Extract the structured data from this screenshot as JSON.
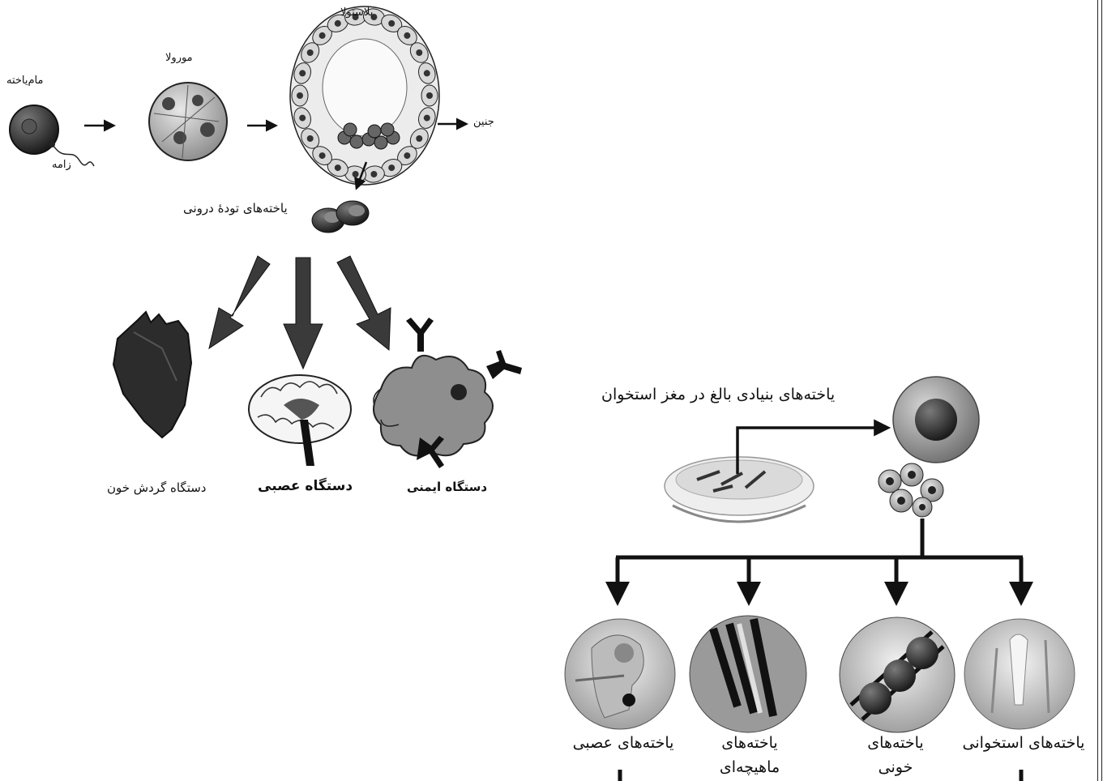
{
  "embryo": {
    "zygote": "مام‌یاخته",
    "sperm_tail": "زامه",
    "morula": "مورولا",
    "blastula": "بلاستولا",
    "embryo_out": "جنین",
    "inner_mass": "یاخته‌های تودهٔ درونی"
  },
  "systems": {
    "circulatory": "دستگاه گردش خون",
    "nervous": "دستگاه عصبی",
    "immune": "دستگاه ایمنی"
  },
  "adult": {
    "title": "یاخته‌های بنیادی بالغ در مغز استخوان",
    "bone": "یاخته‌های استخوانی",
    "blood_1": "یاخته‌های",
    "blood_2": "خونی",
    "muscle_1": "یاخته‌های",
    "muscle_2": "ماهیچه‌ای",
    "nerve": "یاخته‌های عصبی"
  },
  "colors": {
    "ink": "#111111",
    "cell_dark": "#3a3a3a",
    "cell_mid": "#8c8c8c",
    "cell_light": "#d8d8d8"
  }
}
